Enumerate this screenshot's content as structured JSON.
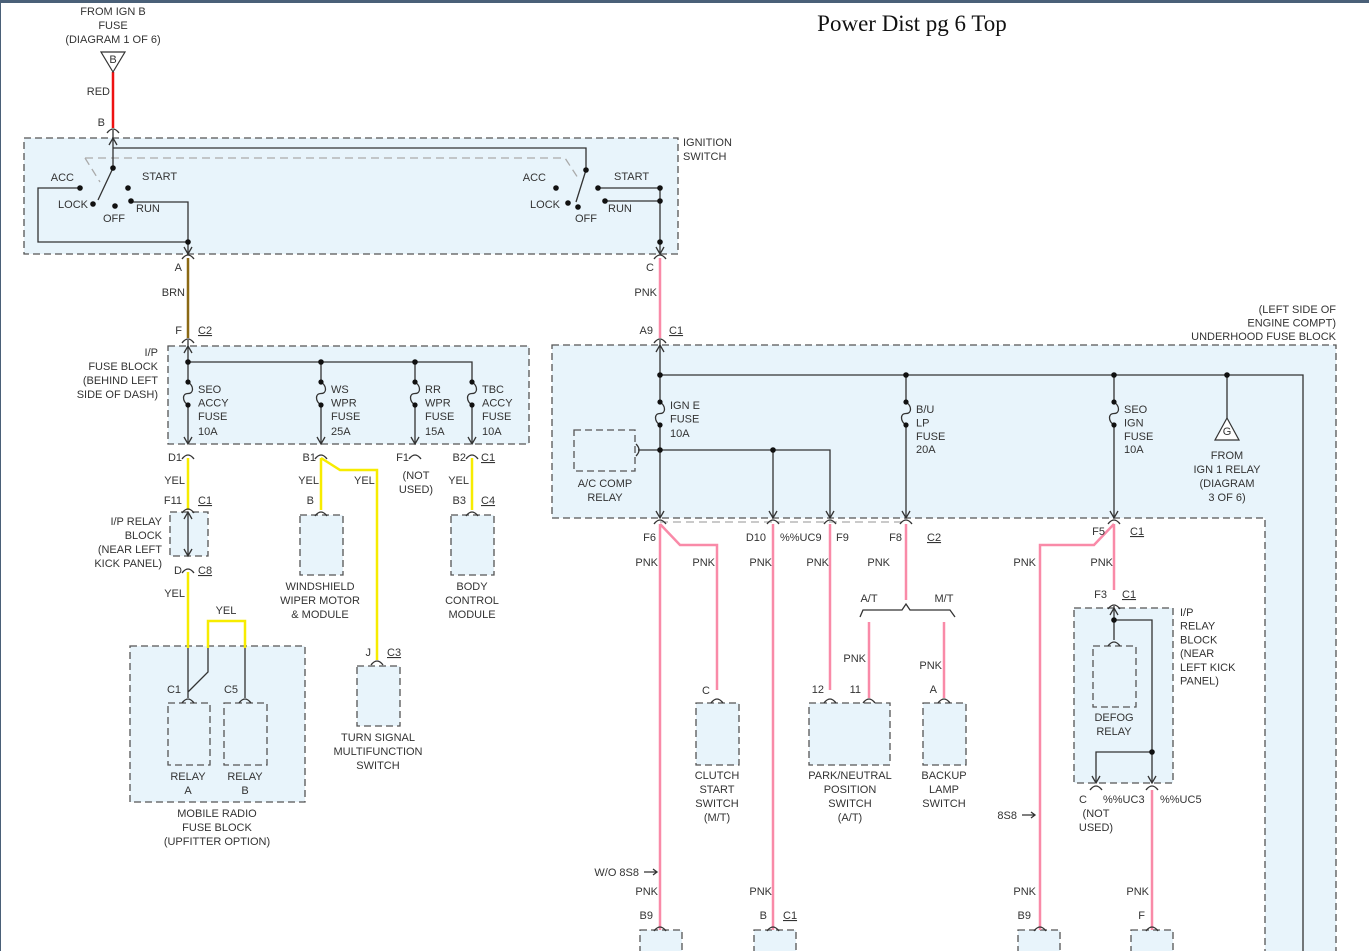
{
  "title": "Power Dist pg 6 Top",
  "colors": {
    "red_wire": "#ee1111",
    "brown_wire": "#8b6914",
    "yellow_wire": "#f7ec00",
    "pink_wire": "#f98aa8",
    "component_fill": "#e8f4fb"
  },
  "icons": [
    "connector-icon",
    "fuse-icon",
    "splice-dot-icon",
    "off-page-triangle-icon",
    "arrow-icon"
  ],
  "labels": {
    "from_ign_b": "FROM IGN B\nFUSE\n(DIAGRAM 1 OF 6)",
    "tri_b": "B",
    "red": "RED",
    "pin_b_top": "B",
    "ign_switch": "IGNITION\nSWITCH",
    "acc": "ACC",
    "start": "START",
    "lock": "LOCK",
    "off": "OFF",
    "run": "RUN",
    "pin_a": "A",
    "pin_c": "C",
    "brn": "BRN",
    "pin_f": "F",
    "c2": "C2",
    "c1": "C1",
    "c3": "C3",
    "c4": "C4",
    "c5": "C5",
    "c8": "C8",
    "ip_fuse_block": "I/P\nFUSE BLOCK\n(BEHIND LEFT\nSIDE OF DASH)",
    "seo_accy": "SEO\nACCY\nFUSE",
    "ws_wpr": "WS\nWPR\nFUSE",
    "rr_wpr": "RR\nWPR\nFUSE",
    "tbc_accy": "TBC\nACCY\nFUSE",
    "a10": "10A",
    "a25": "25A",
    "a15": "15A",
    "a20": "20A",
    "d1": "D1",
    "b1": "B1",
    "f1": "F1",
    "b2": "B2",
    "b3": "B3",
    "b": "B",
    "d": "D",
    "j": "J",
    "f11": "F11",
    "not_used": "(NOT\nUSED)",
    "yel": "YEL",
    "ip_relay_block_left": "I/P RELAY\nBLOCK\n(NEAR LEFT\nKICK PANEL)",
    "relay_a": "RELAY\nA",
    "relay_b": "RELAY\nB",
    "mobile_radio": "MOBILE RADIO\nFUSE BLOCK\n(UPFITTER OPTION)",
    "windshield": "WINDSHIELD\nWIPER MOTOR\n& MODULE",
    "body_control": "BODY\nCONTROL\nMODULE",
    "turn_signal": "TURN SIGNAL\nMULTIFUNCTION\nSWITCH",
    "pnk": "PNK",
    "a9": "A9",
    "underhood": "(LEFT SIDE OF\nENGINE COMPT)\nUNDERHOOD FUSE BLOCK",
    "ign_e": "IGN E\nFUSE",
    "bu_lp": "B/U\nLP\nFUSE",
    "seo_ign": "SEO\nIGN\nFUSE",
    "tri_g": "G",
    "from_ign1": "FROM\nIGN 1 RELAY\n(DIAGRAM\n3 OF 6)",
    "ac_comp": "A/C COMP\nRELAY",
    "f6": "F6",
    "d10": "D10",
    "uc9": "%%UC9",
    "f9": "F9",
    "f8": "F8",
    "f5": "F5",
    "f3": "F3",
    "at": "A/T",
    "mt": "M/T",
    "c": "C",
    "p12": "12",
    "p11": "11",
    "a": "A",
    "clutch": "CLUTCH\nSTART\nSWITCH\n(M/T)",
    "park": "PARK/NEUTRAL\nPOSITION\nSWITCH\n(A/T)",
    "backup": "BACKUP\nLAMP\nSWITCH",
    "ip_relay_block_right": "I/P\nRELAY\nBLOCK\n(NEAR\nLEFT KICK\nPANEL)",
    "defog": "DEFOG\nRELAY",
    "uc3": "%%UC3",
    "uc5": "%%UC5",
    "s8s8": "8S8",
    "wo8s8": "W/O 8S8",
    "b9": "B9",
    "f": "F"
  }
}
